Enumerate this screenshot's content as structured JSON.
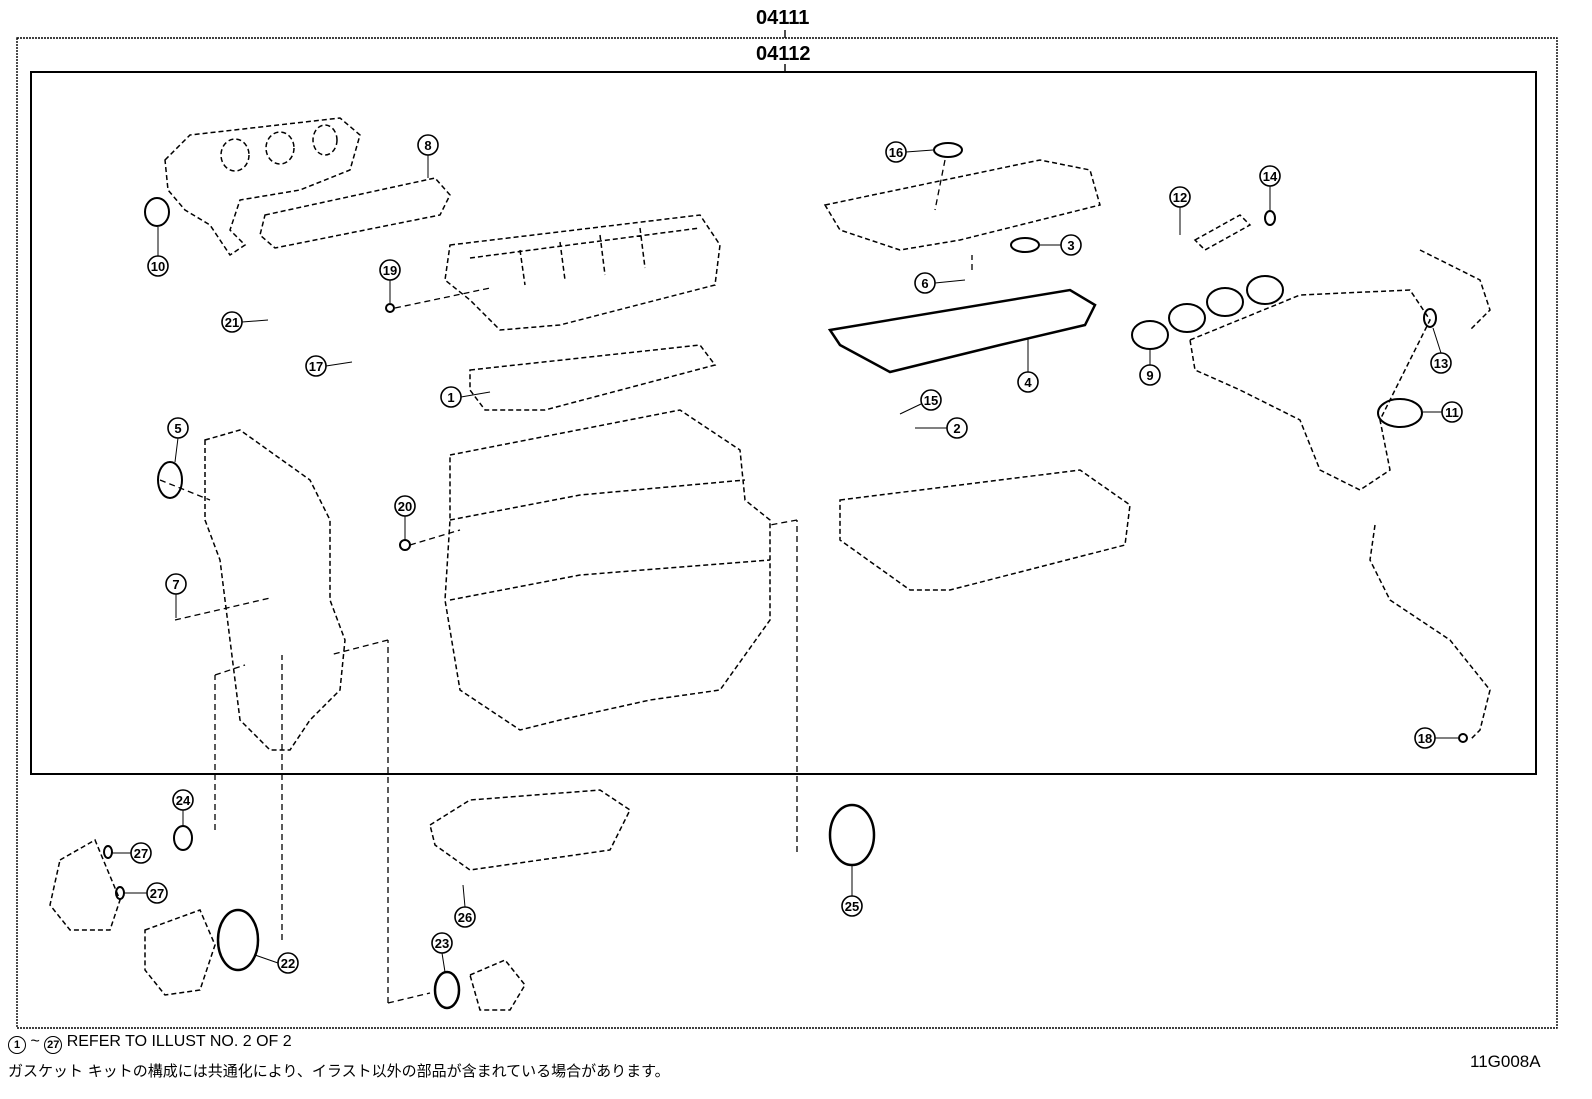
{
  "header": {
    "outer_kit_code": "04111",
    "inner_kit_code": "04112"
  },
  "callouts": [
    "1",
    "2",
    "3",
    "4",
    "5",
    "6",
    "7",
    "8",
    "9",
    "10",
    "11",
    "12",
    "13",
    "14",
    "15",
    "16",
    "17",
    "18",
    "19",
    "20",
    "21",
    "22",
    "23",
    "24",
    "25",
    "26",
    "27"
  ],
  "footer": {
    "range_start": "1",
    "range_tilde": "~",
    "range_end": "27",
    "refer_text": "REFER TO ILLUST NO. 2 OF 2",
    "japanese_note": "ガスケット キットの構成には共通化により、イラスト以外の部品が含まれている場合があります。",
    "illustration_id": "11G008A"
  }
}
